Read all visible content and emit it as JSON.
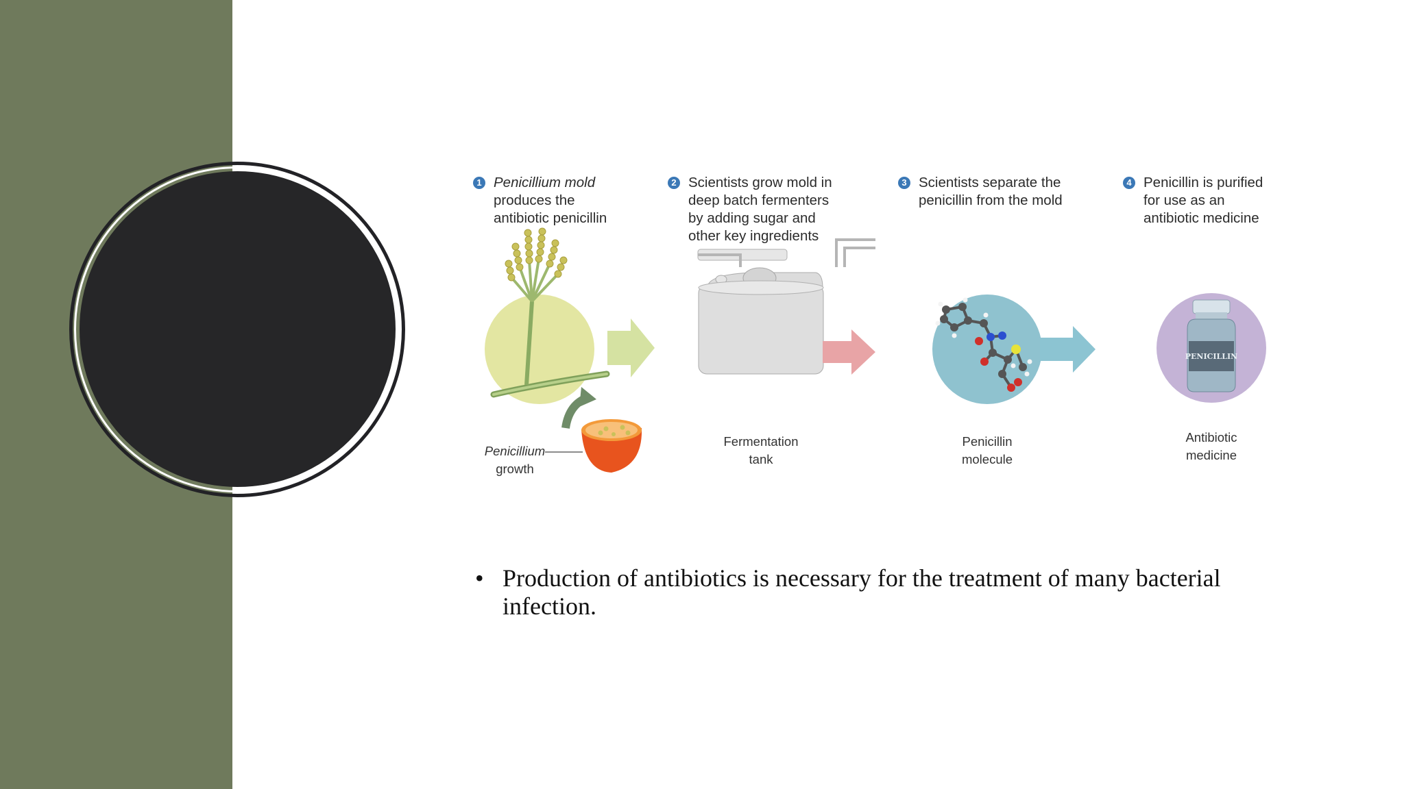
{
  "steps": [
    {
      "number": "1",
      "lines": [
        "Penicillium mold",
        "produces the",
        "antibiotic penicillin"
      ]
    },
    {
      "number": "2",
      "lines": [
        "Scientists grow mold in",
        "deep batch fermenters",
        "by adding sugar and",
        "other key ingredients"
      ]
    },
    {
      "number": "3",
      "lines": [
        "Scientists separate the",
        "penicillin from the mold"
      ]
    },
    {
      "number": "4",
      "lines": [
        "Penicillin is purified",
        "for use as an",
        "antibiotic medicine"
      ]
    }
  ],
  "captions": {
    "growth": [
      "Penicillium",
      "growth"
    ],
    "tank": [
      "Fermentation",
      "tank"
    ],
    "molecule": [
      "Penicillin",
      "molecule"
    ],
    "medicine": [
      "Antibiotic",
      "medicine"
    ]
  },
  "bottle_label": "PENICILLIN",
  "bullet": {
    "marker": "•",
    "text": "Production of antibiotics is necessary for the treatment of many bacterial infection."
  },
  "colors": {
    "sidebar": "#6f7a5c",
    "disc": "#262628",
    "arrow_green": "#d5e2a2",
    "arrow_pink": "#e8a4a6",
    "arrow_blue": "#8cc4d2",
    "mold_circle": "#e3e6a2",
    "molecule_circle": "#8fc2cf",
    "medicine_circle": "#c4b3d6",
    "step_number": "#3b78b6"
  }
}
